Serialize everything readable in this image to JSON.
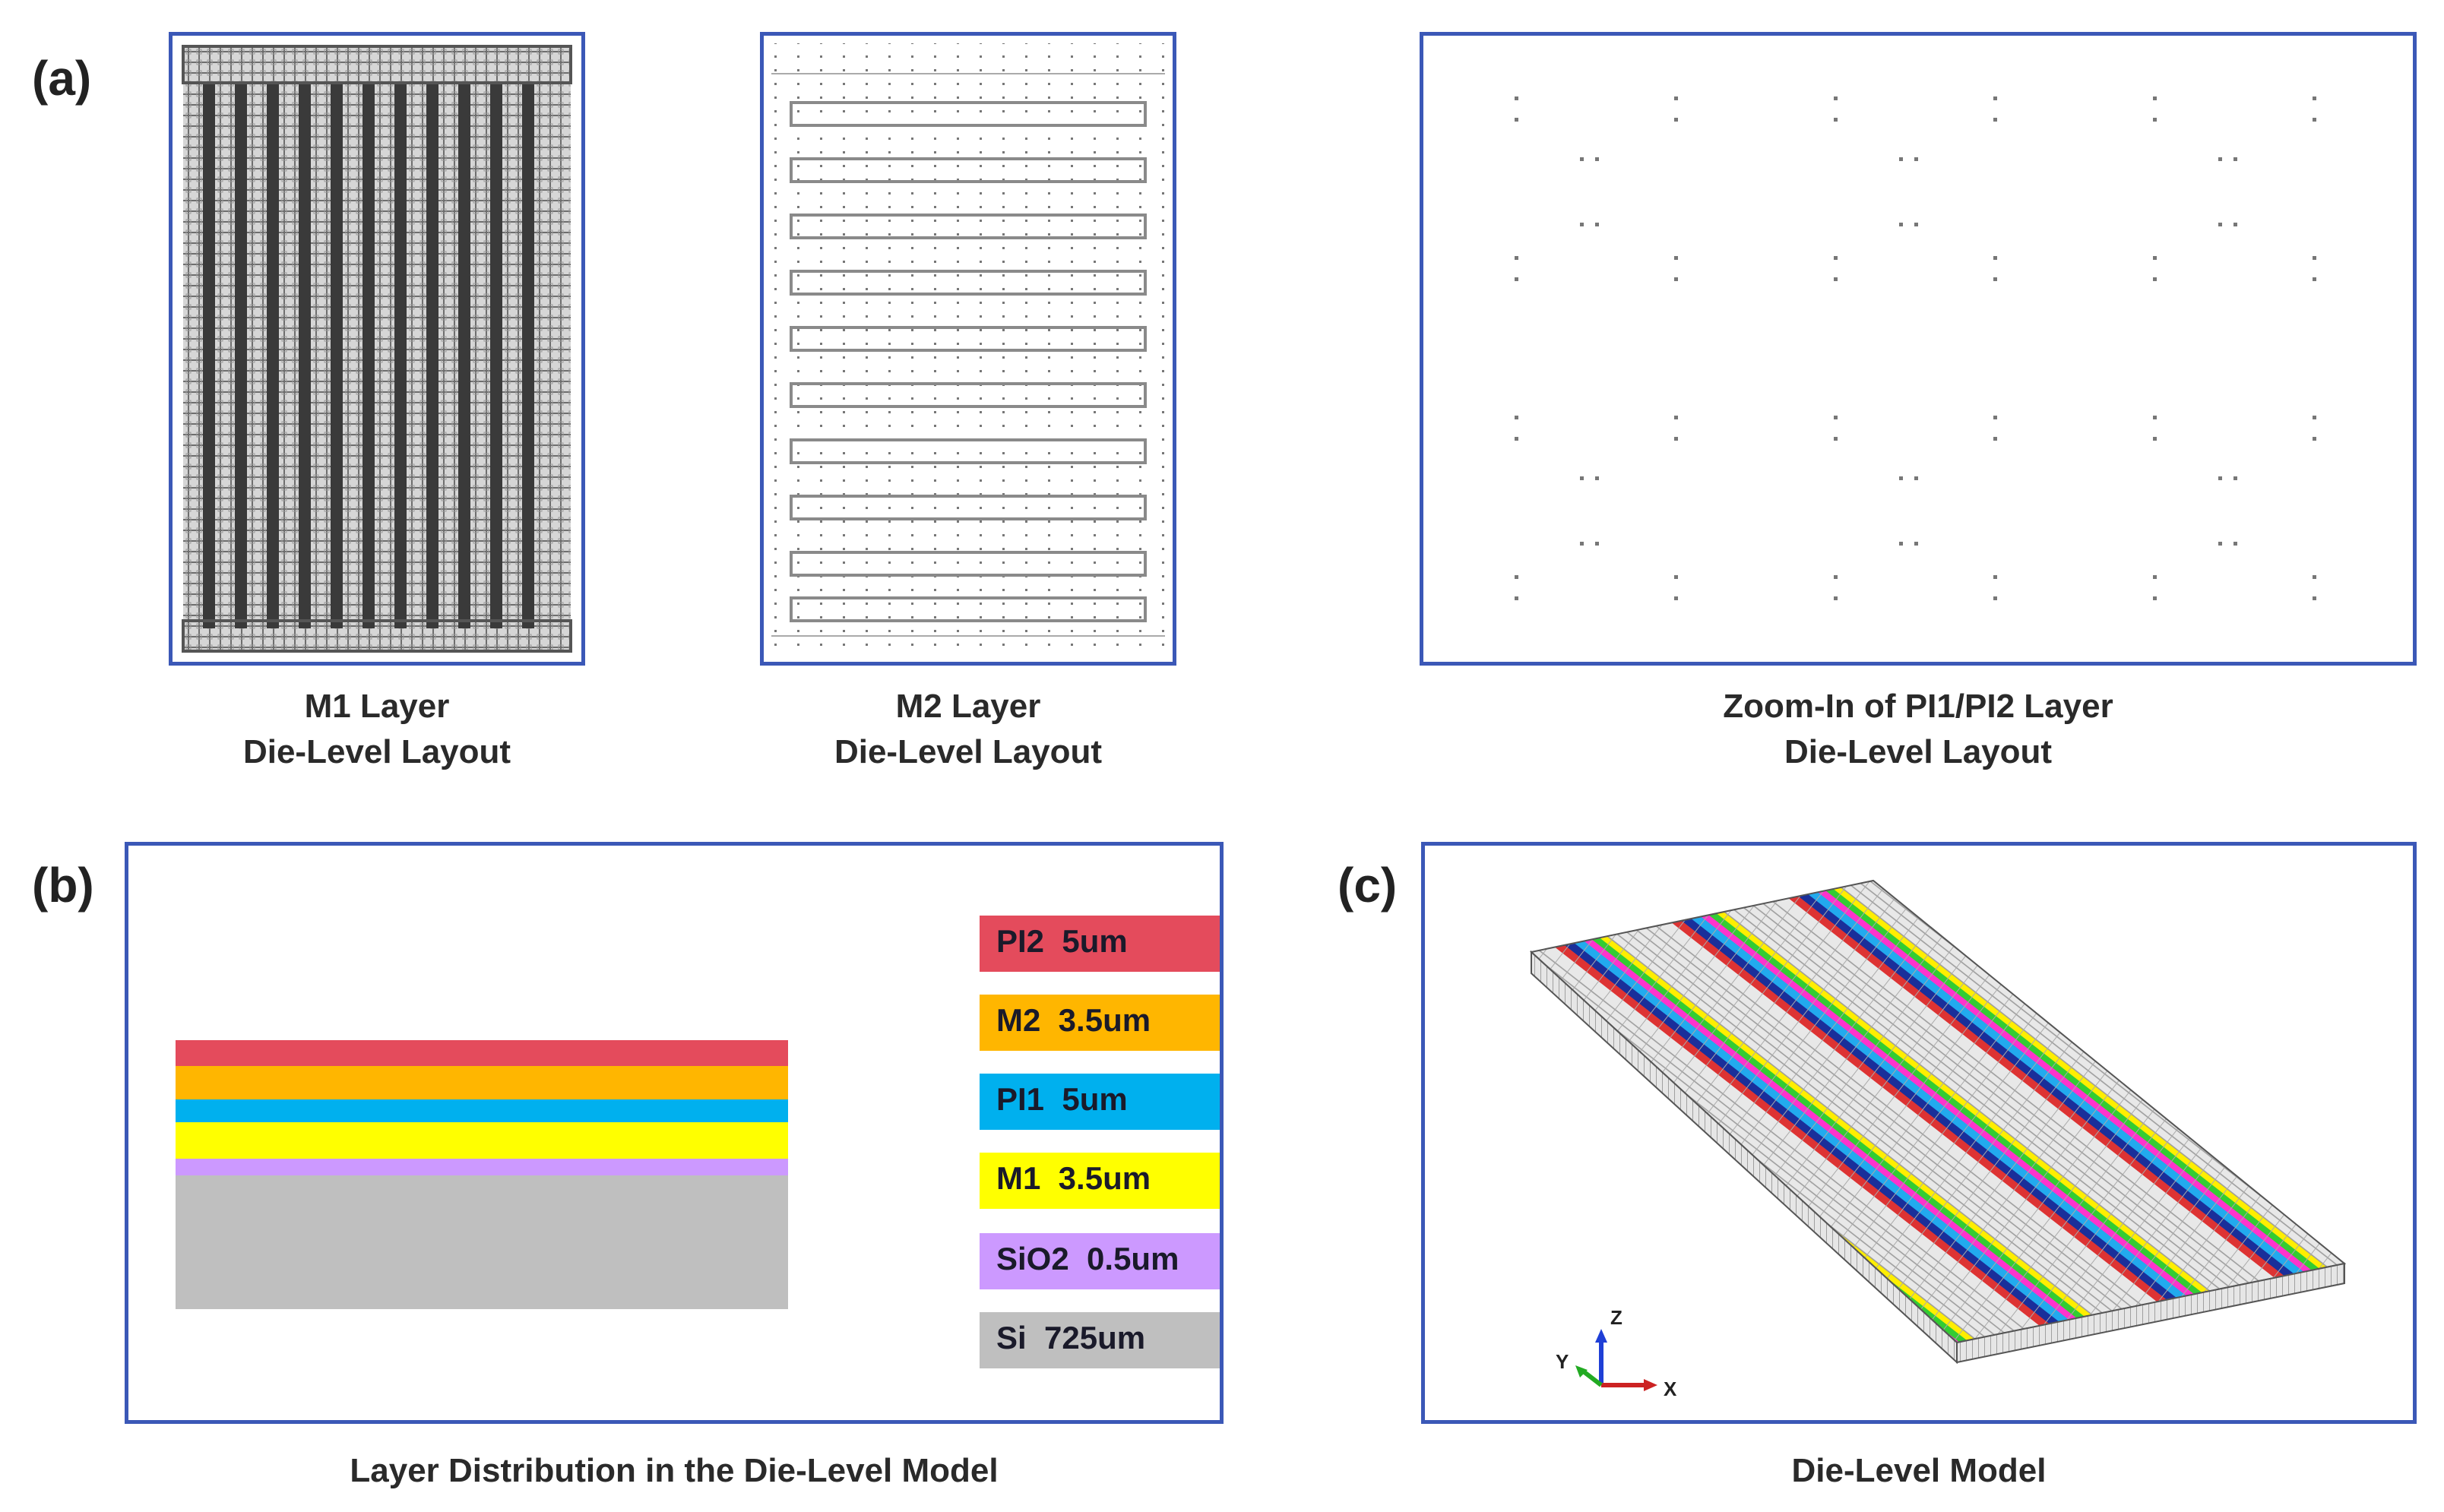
{
  "panel_labels": {
    "a": "(a)",
    "b": "(b)",
    "c": "(c)"
  },
  "captions": {
    "m1": [
      "M1 Layer",
      "Die-Level Layout"
    ],
    "m2": [
      "M2 Layer",
      "Die-Level Layout"
    ],
    "zoom": [
      "Zoom-In of PI1/PI2 Layer",
      "Die-Level Layout"
    ],
    "layers": "Layer Distribution in the Die-Level Model",
    "model": "Die-Level Model"
  },
  "layers": [
    {
      "label": "PI2  5um",
      "color": "#e44b5c"
    },
    {
      "label": "M2  3.5um",
      "color": "#ffb600"
    },
    {
      "label": "PI1  5um",
      "color": "#00b0ee"
    },
    {
      "label": "M1  3.5um",
      "color": "#ffff00"
    },
    {
      "label": "SiO2  0.5um",
      "color": "#cc99ff"
    },
    {
      "label": "Si  725um",
      "color": "#bfbfbf"
    }
  ],
  "axes": {
    "x": "X",
    "y": "Y",
    "z": "Z"
  },
  "colors": {
    "frame": "#3b58b7"
  }
}
